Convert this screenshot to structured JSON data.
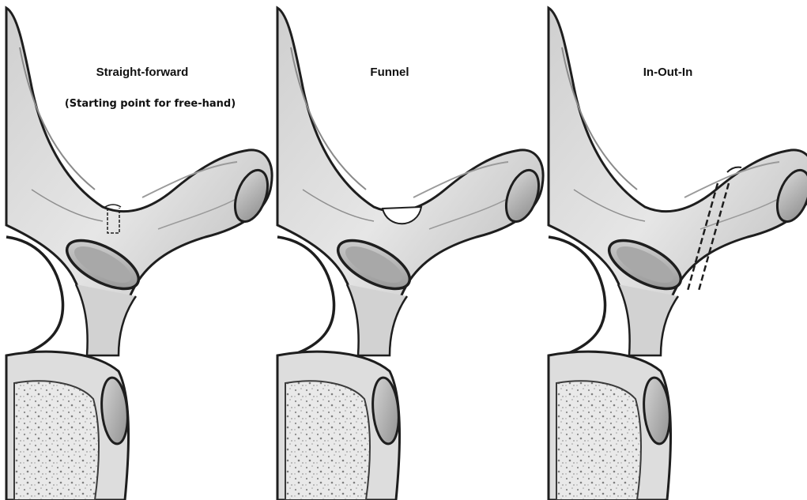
{
  "panels": [
    {
      "title": "Straight-forward",
      "subtitle": "(Starting point for free-hand)",
      "technique": "straight-forward"
    },
    {
      "title": "Funnel",
      "subtitle": "",
      "technique": "funnel"
    },
    {
      "title": "In-Out-In",
      "subtitle": "",
      "technique": "in-out-in"
    }
  ],
  "colors": {
    "bone_light": "#e3e3e3",
    "bone_mid": "#b9b9b9",
    "bone_dark": "#7a7a7a",
    "outline": "#1e1e1e",
    "cartilage": "#a8a8a8",
    "background": "#ffffff"
  }
}
